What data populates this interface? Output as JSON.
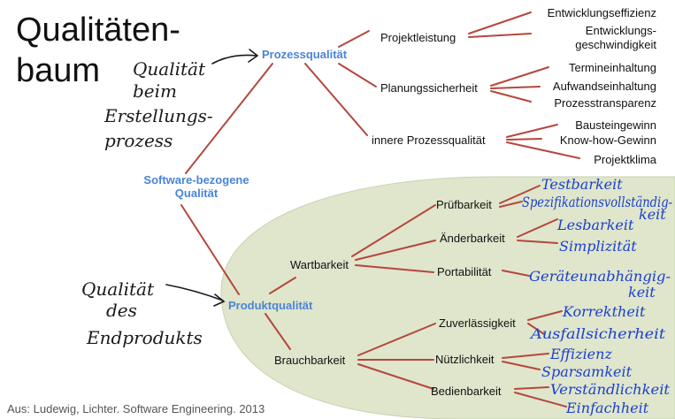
{
  "title": {
    "line1": "Qualitäten-",
    "line2": "baum"
  },
  "root": "Software-bezogene\nQualität",
  "nodes": {
    "prozessqualitaet": "Prozessqualität",
    "produktqualitaet": "Produktqualität",
    "projektleistung": "Projektleistung",
    "planungssicherheit": "Planungssicherheit",
    "innere": "innere Prozessqualität",
    "wartbarkeit": "Wartbarkeit",
    "brauchbarkeit": "Brauchbarkeit",
    "pruefbarkeit": "Prüfbarkeit",
    "aenderbarkeit": "Änderbarkeit",
    "portabilitaet": "Portabilität",
    "zuverlaessigkeit": "Zuverlässigkeit",
    "nuetzlichkeit": "Nützlichkeit",
    "bedienbarkeit": "Bedienbarkeit"
  },
  "leaves": {
    "entwicklungseffizienz": "Entwicklungseffizienz",
    "entwicklungsgeschw_1": "Entwicklungs-",
    "entwicklungsgeschw_2": "geschwindigkeit",
    "termineinhaltung": "Termineinhaltung",
    "aufwandseinhaltung": "Aufwandseinhaltung",
    "prozesstransparenz": "Prozesstransparenz",
    "bausteingewinn": "Bausteingewinn",
    "knowhow": "Know-how-Gewinn",
    "projektklima": "Projektklima"
  },
  "handwritten_black": {
    "beim_1": "Qualität",
    "beim_2": "beim",
    "beim_3": "Erstellungs-",
    "beim_4": "prozess",
    "des_1": "Qualität",
    "des_2": "des",
    "des_3": "Endprodukts"
  },
  "handwritten_blue": {
    "testbarkeit": "Testbarkeit",
    "spezifikation_1": "Spezifikationsvollständig-",
    "spezifikation_2": "keit",
    "lesbarkeit": "Lesbarkeit",
    "simplizitaet": "Simplizität",
    "geraete_1": "Geräteunabhängig-",
    "geraete_2": "keit",
    "korrektheit": "Korrektheit",
    "ausfallsicherheit": "Ausfallsicherheit",
    "effizienz": "Effizienz",
    "sparsamkeit": "Sparsamkeit",
    "verstaendlichkeit": "Verständlichkeit",
    "einfachheit": "Einfachheit"
  },
  "source": "Aus: Ludewig, Lichter. Software Engineering. 2013",
  "colors": {
    "node_blue": "#4a84d8",
    "edge": "#b5473e",
    "ellipse": "#dfe6cb",
    "ink_blue": "#1b3fcf"
  }
}
